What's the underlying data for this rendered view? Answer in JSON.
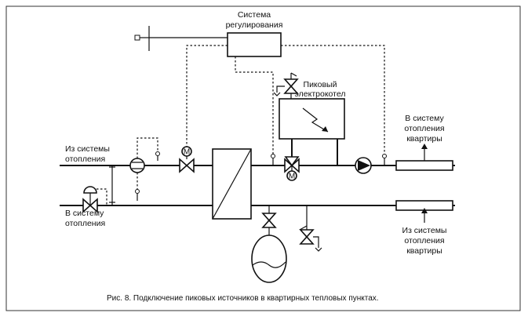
{
  "labels": {
    "control_system_1": "Система",
    "control_system_2": "регулирования",
    "peak_boiler_1": "Пиковый",
    "peak_boiler_2": "электрокотел",
    "from_heating_1": "Из системы",
    "from_heating_2": "отопления",
    "to_heating_1": "В систему",
    "to_heating_2": "отопления",
    "to_apartment_1": "В систему",
    "to_apartment_2": "отопления",
    "to_apartment_3": "квартиры",
    "from_apartment_1": "Из системы",
    "from_apartment_2": "отопления",
    "from_apartment_3": "квартиры",
    "motor_mark_1": "M",
    "motor_mark_2": "M"
  },
  "caption": "Рис. 8. Подключение пиковых источников в квартирных тепловых пунктах.",
  "icons": {
    "heat_exchanger": "plate-heat-exchanger-icon",
    "pump_1": "circulation-pump-icon",
    "pump_2": "circulation-pump-icon",
    "expansion_tank": "expansion-tank-icon",
    "electric_boiler": "electric-boiler-icon"
  }
}
